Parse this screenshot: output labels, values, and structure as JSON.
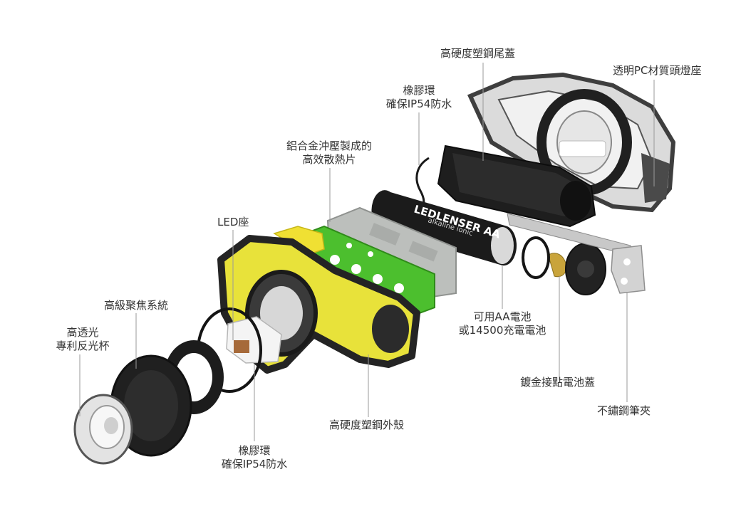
{
  "colors": {
    "housing_yellow": "#e8e23a",
    "housing_black": "#262626",
    "pcb_green": "#4cbf2e",
    "heatsink_gray": "#b9bcb9",
    "clip_silver": "#c9c9c9",
    "battery_black": "#1f1f1f",
    "label_text": "#333333",
    "leader_line": "#9a9a9a"
  },
  "battery": {
    "brand": "LEDLENSER AA",
    "type": "alkaline ionic"
  },
  "labels": {
    "tail_cap": "高硬度塑鋼尾蓋",
    "lamp_base": "透明PC材質頭燈座",
    "rubber_ring_top": [
      "橡膠環",
      "確保IP54防水"
    ],
    "heatsink": [
      "鋁合金沖壓製成的",
      "高效散熱片"
    ],
    "led_base": "LED座",
    "focus_system": "高級聚焦系統",
    "reflector": [
      "高透光",
      "專利反光杯"
    ],
    "battery_note": [
      "可用AA電池",
      "或14500充電電池"
    ],
    "battery_cover": "鍍金接點電池蓋",
    "pen_clip": "不鏽鋼筆夾",
    "outer_shell": "高硬度塑鋼外殼",
    "rubber_ring_bottom": [
      "橡膠環",
      "確保IP54防水"
    ]
  }
}
